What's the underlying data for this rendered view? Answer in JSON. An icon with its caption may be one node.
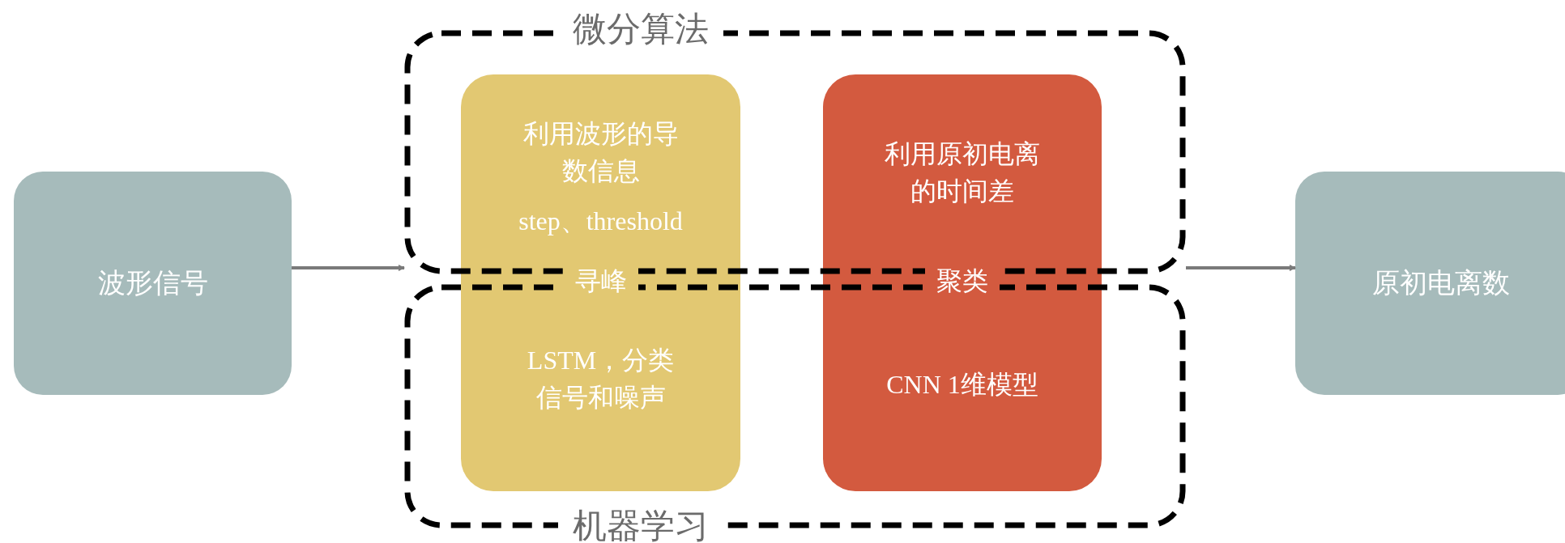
{
  "diagram": {
    "nodes": [
      {
        "text": [
          "波形信号"
        ]
      },
      {
        "text": [
          "微分算法"
        ]
      },
      {
        "text": [
          "机器学习"
        ]
      },
      {
        "text": [
          "利用波形的导数信息",
          "step、threshold",
          "寻峰",
          "LSTM，分类信号和噪声"
        ]
      },
      {
        "text": [
          "利用原初电离的时间差",
          "聚类",
          "CNN 1维模型"
        ]
      },
      {
        "text": [
          "原初电离数"
        ]
      }
    ],
    "edges": [
      {
        "from": 0,
        "to": 1,
        "arrow": "to"
      },
      {
        "from": 1,
        "to": 5,
        "arrow": "to"
      }
    ]
  }
}
